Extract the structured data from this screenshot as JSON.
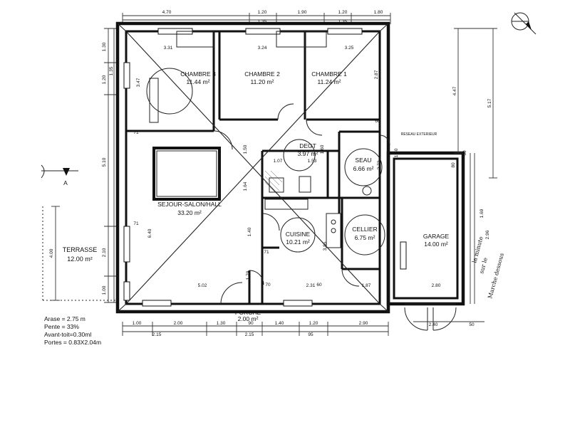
{
  "rooms": [
    {
      "name": "CHAMBRE 3",
      "area": "11.44 m²"
    },
    {
      "name": "CHAMBRE 2",
      "area": "11.20 m²"
    },
    {
      "name": "CHAMBRE 1",
      "area": "11.24 m²"
    },
    {
      "name": "DEGT",
      "area": "3.97 m²"
    },
    {
      "name": "SEAU",
      "area": "6.66 m²"
    },
    {
      "name": "SEJOUR-SALON/HALL",
      "area": "33.20 m²"
    },
    {
      "name": "CUISINE",
      "area": "10.21 m²"
    },
    {
      "name": "CELLIER",
      "area": "6.75 m²"
    },
    {
      "name": "GARAGE",
      "area": "14.00 m²"
    },
    {
      "name": "TERRASSE",
      "area": "12.00 m²"
    },
    {
      "name": "PORCHE",
      "area": "2.00 m²"
    }
  ],
  "dims_top_row1": [
    "4.70",
    "1.20",
    "1.90",
    "1.20",
    "1.80"
  ],
  "dims_top_row2": [
    "1.35",
    "1.35"
  ],
  "dims_interior_top": [
    "3.31",
    "3.24",
    "3.25"
  ],
  "dims_bottom_row1": [
    "1.00",
    "2.00",
    "1.30",
    "90",
    "1.40",
    "1.20",
    "2.90"
  ],
  "dims_bottom_row2": [
    "2.15",
    "2.15",
    "95"
  ],
  "dims_left_outer": [
    "1.30",
    "1.20",
    "5.10",
    "2.10",
    "1.00"
  ],
  "dims_left_second": [
    "1.35"
  ],
  "dims_left_terrace": [
    "4.00"
  ],
  "dims_right": [
    "4.47",
    "5.17"
  ],
  "dims_interior": [
    "2.87",
    "1.50",
    "1.07",
    "1.53",
    "1.60",
    "1.64",
    "6.40",
    "1.40",
    "3.85",
    "1.79",
    "5.02",
    "2.31",
    "1.87",
    "2.80",
    "2.40",
    "50",
    "60",
    "1.50",
    "80",
    "60",
    "3.47",
    "71",
    "71",
    "71",
    "70",
    "60",
    "2.72"
  ],
  "garage_extra_dims": [
    "1.69",
    "2.96"
  ],
  "section_mark": "A",
  "handwritten": [
    "la minute",
    "sur le",
    "Marche dessous"
  ],
  "notes": [
    "Arase = 2.75 m",
    "Pente = 33%",
    "Avant-toit=0.30ml",
    "Portes = 0.83X2.04m"
  ],
  "top_right_label": "RESEAU EXTERIEUR"
}
